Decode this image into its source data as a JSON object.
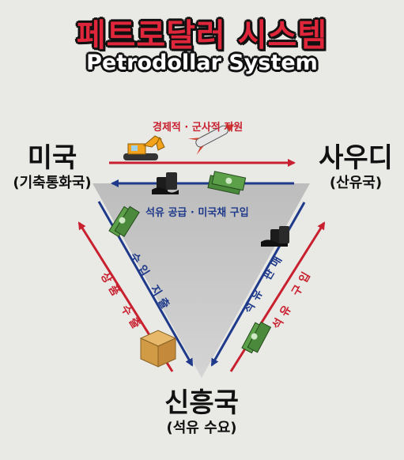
{
  "title": {
    "korean": "페트로달러 시스템",
    "english": "Petrodollar System"
  },
  "nodes": {
    "usa": {
      "name": "미국",
      "sub": "(기축통화국)"
    },
    "saudi": {
      "name": "사우디",
      "sub": "(산유국)"
    },
    "emerging": {
      "name": "신흥국",
      "sub": "(석유 수요)"
    }
  },
  "edges": {
    "usa_to_saudi": "경제적 · 군사적 지원",
    "saudi_to_usa": "석유 공급 · 미국채 구입",
    "emerging_to_usa": "상품 수출",
    "usa_to_emerging": "수입 지출",
    "saudi_to_emerging": "석유 판매",
    "emerging_to_saudi": "석유 구입"
  },
  "colors": {
    "red_arrow": "#c8202f",
    "blue_arrow": "#1f3a8a",
    "triangle": "#c9c9c9",
    "title_red": "#e0263a"
  },
  "icons": [
    "excavator-icon",
    "missile-icon",
    "oil-barrel-icon",
    "money-bundle-icon",
    "cardboard-box-icon"
  ]
}
